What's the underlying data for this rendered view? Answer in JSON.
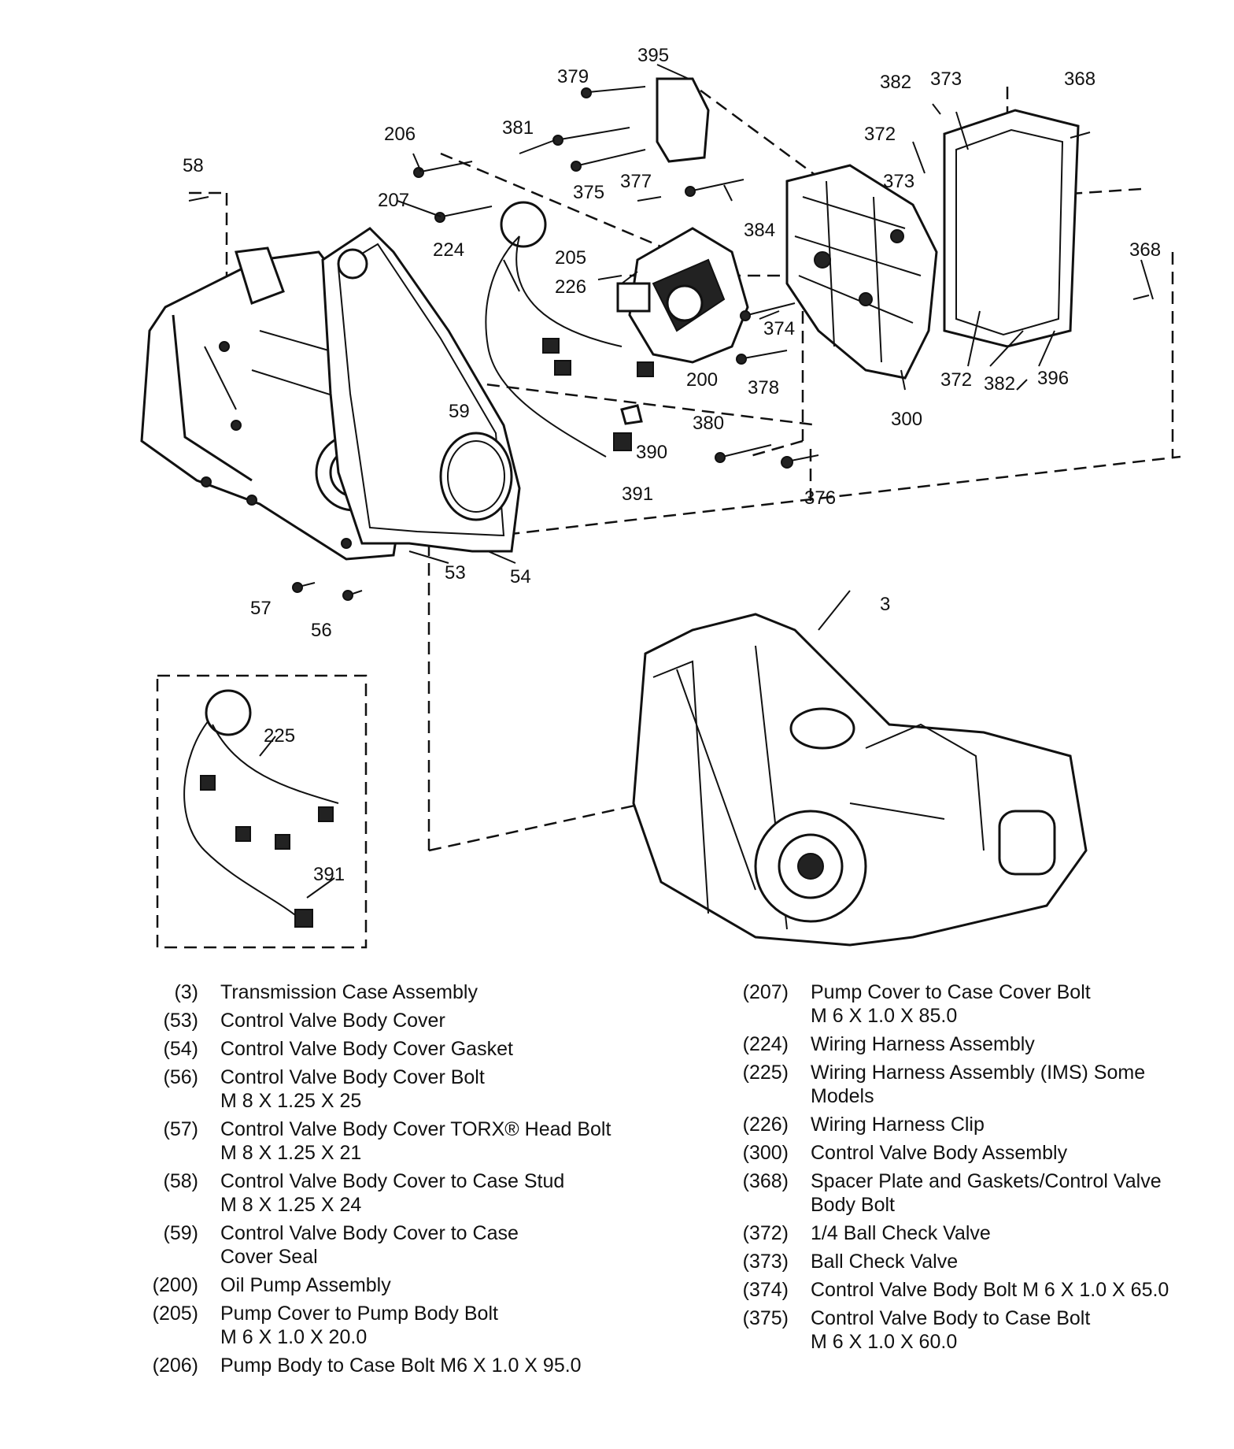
{
  "callouts": {
    "c395": "395",
    "c379": "379",
    "c381": "381",
    "c206": "206",
    "c375": "375",
    "c377": "377",
    "c207": "207",
    "c58": "58",
    "c224": "224",
    "c205": "205",
    "c226": "226",
    "c384": "384",
    "c374": "374",
    "c200": "200",
    "c378": "378",
    "c59": "59",
    "c380": "380",
    "c390": "390",
    "c391": "391",
    "c376": "376",
    "c300": "300",
    "c382a": "382",
    "c373a": "373",
    "c368a": "368",
    "c372a": "372",
    "c373b": "373",
    "c368b": "368",
    "c372b": "372",
    "c382b": "382",
    "c396": "396",
    "c53": "53",
    "c54": "54",
    "c57": "57",
    "c56": "56",
    "c3": "3",
    "c225": "225",
    "c391b": "391"
  },
  "legend": {
    "left": [
      {
        "num": "(3)",
        "text": "Transmission Case Assembly"
      },
      {
        "num": "(53)",
        "text": "Control Valve Body Cover"
      },
      {
        "num": "(54)",
        "text": "Control Valve Body Cover Gasket"
      },
      {
        "num": "(56)",
        "text": "Control Valve Body Cover Bolt",
        "sub": "M 8 X 1.25 X 25"
      },
      {
        "num": "(57)",
        "text": "Control Valve Body Cover TORX® Head Bolt",
        "sub": "M 8 X 1.25 X 21"
      },
      {
        "num": "(58)",
        "text": "Control Valve Body Cover to Case Stud",
        "sub": "M 8 X 1.25 X 24"
      },
      {
        "num": "(59)",
        "text": "Control Valve Body Cover to Case",
        "sub": "Cover Seal"
      },
      {
        "num": "(200)",
        "text": "Oil Pump Assembly"
      },
      {
        "num": "(205)",
        "text": "Pump Cover to Pump Body Bolt",
        "sub": "M 6 X 1.0 X 20.0"
      },
      {
        "num": "(206)",
        "text": "Pump Body to Case Bolt M6 X 1.0 X 95.0"
      }
    ],
    "right": [
      {
        "num": "(207)",
        "text": "Pump Cover to Case Cover Bolt",
        "sub": "M 6 X 1.0 X 85.0"
      },
      {
        "num": "(224)",
        "text": "Wiring Harness Assembly"
      },
      {
        "num": "(225)",
        "text": "Wiring Harness Assembly (IMS) Some",
        "sub": "Models"
      },
      {
        "num": "(226)",
        "text": "Wiring Harness Clip"
      },
      {
        "num": "(300)",
        "text": "Control Valve Body Assembly"
      },
      {
        "num": "(368)",
        "text": "Spacer Plate and Gaskets/Control Valve",
        "sub": "Body Bolt"
      },
      {
        "num": "(372)",
        "text": "1/4 Ball Check Valve"
      },
      {
        "num": "(373)",
        "text": "Ball Check Valve"
      },
      {
        "num": "(374)",
        "text": "Control Valve Body Bolt M 6 X 1.0 X 65.0"
      },
      {
        "num": "(375)",
        "text": "Control Valve Body to Case Bolt",
        "sub": "M 6 X 1.0 X 60.0"
      }
    ]
  }
}
